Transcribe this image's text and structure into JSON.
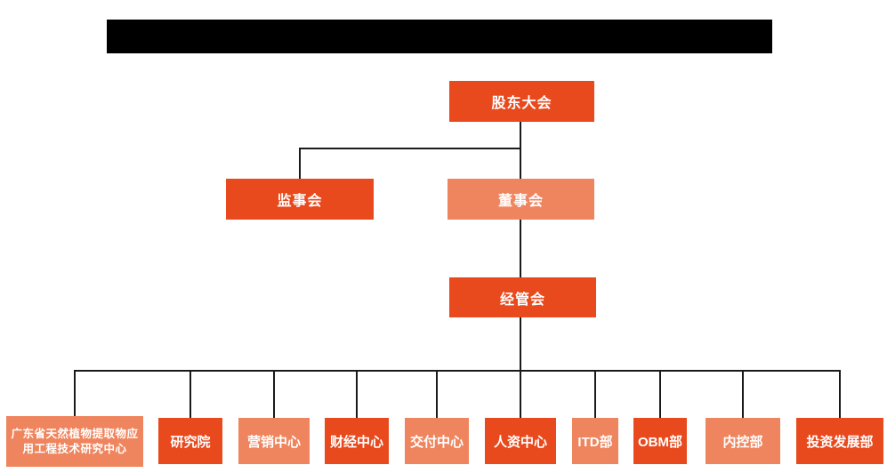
{
  "colors": {
    "node_dark": "#E8491D",
    "node_light": "#EF855E",
    "connector": "#1A1A1A",
    "node_text": "#FFFFFF",
    "redaction": "#000000"
  },
  "chart": {
    "type": "org-chart",
    "title_bar": {
      "text": "",
      "redacted": true
    },
    "nodes": {
      "shareholders_meeting": {
        "label": "股东大会",
        "variant": "dark"
      },
      "supervisory_board": {
        "label": "监事会",
        "variant": "dark"
      },
      "board_of_directors": {
        "label": "董事会",
        "variant": "light"
      },
      "management_committee": {
        "label": "经管会",
        "variant": "dark"
      },
      "departments": [
        {
          "label": "广东省天然植物提取物应用工程技术研究中心",
          "label_lines": [
            "广东省天然植物提取物应",
            "用工程技术研究中心"
          ],
          "variant": "light"
        },
        {
          "label": "研究院",
          "variant": "dark"
        },
        {
          "label": "营销中心",
          "variant": "light"
        },
        {
          "label": "财经中心",
          "variant": "dark"
        },
        {
          "label": "交付中心",
          "variant": "light"
        },
        {
          "label": "人资中心",
          "variant": "dark"
        },
        {
          "label": "ITD部",
          "variant": "light"
        },
        {
          "label": "OBM部",
          "variant": "dark"
        },
        {
          "label": "内控部",
          "variant": "light"
        },
        {
          "label": "投资发展部",
          "variant": "dark"
        }
      ]
    },
    "hierarchy": [
      "股东大会 > 监事会",
      "股东大会 > 董事会",
      "董事会 > 经管会",
      "经管会 > [广东省天然植物提取物应用工程技术研究中心, 研究院, 营销中心, 财经中心, 交付中心, 人资中心, ITD部, OBM部, 内控部, 投资发展部]"
    ]
  }
}
